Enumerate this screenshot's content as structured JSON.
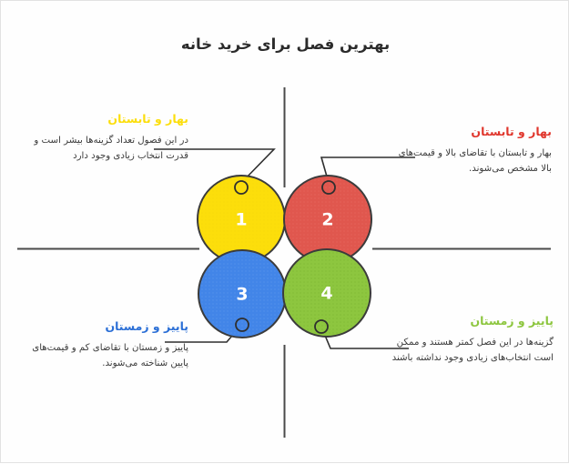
{
  "header": {
    "title": "بهترین فصل برای خرید خانه"
  },
  "colors": {
    "yellow": "#FCDE0B",
    "red": "#E0574E",
    "blue": "#4285E8",
    "green": "#8DC63F",
    "outline": "#3b3b3b",
    "divider": "#4a4a4a",
    "title_text": "#2b2b2b",
    "body_text": "#3a3a3a"
  },
  "diagram": {
    "circles": [
      {
        "number": "1",
        "label": "بهار و تابستان",
        "color": "#FCDE0B",
        "quadrant": "top-left"
      },
      {
        "number": "2",
        "label": "بهار و تابستان",
        "color": "#E0574E",
        "quadrant": "top-right"
      },
      {
        "number": "3",
        "label": "پاییز و زمستان",
        "color": "#4285E8",
        "quadrant": "bottom-left"
      },
      {
        "number": "4",
        "label": "پاییز و زمستان",
        "color": "#8DC63F",
        "quadrant": "bottom-right"
      }
    ]
  },
  "callouts": {
    "top_left": {
      "title": "بهار و تابستان",
      "title_color": "#FCDE0B",
      "body": "در این فصول تعداد گزینه‌ها بیشر است و قدرت انتخاب زیادی وجود دارد"
    },
    "top_right": {
      "title": "بهار و تابستان",
      "title_color": "#E0362C",
      "body": "بهار و تابستان با تقاضای بالا و قیمت‌های بالا مشخص می‌شوند."
    },
    "bottom_left": {
      "title": "پاییز و زمستان",
      "title_color": "#2B6FD6",
      "body": "پاییز و زمستان با تقاضای کم و قیمت‌های پایین شناخته می‌شوند."
    },
    "bottom_right": {
      "title": "پاییز و زمستان",
      "title_color": "#8DC63F",
      "body": "گزینه‌ها در این فصل کمتر هستند و ممکن است انتخاب‌های زیادی وجود نداشته باشند"
    }
  }
}
